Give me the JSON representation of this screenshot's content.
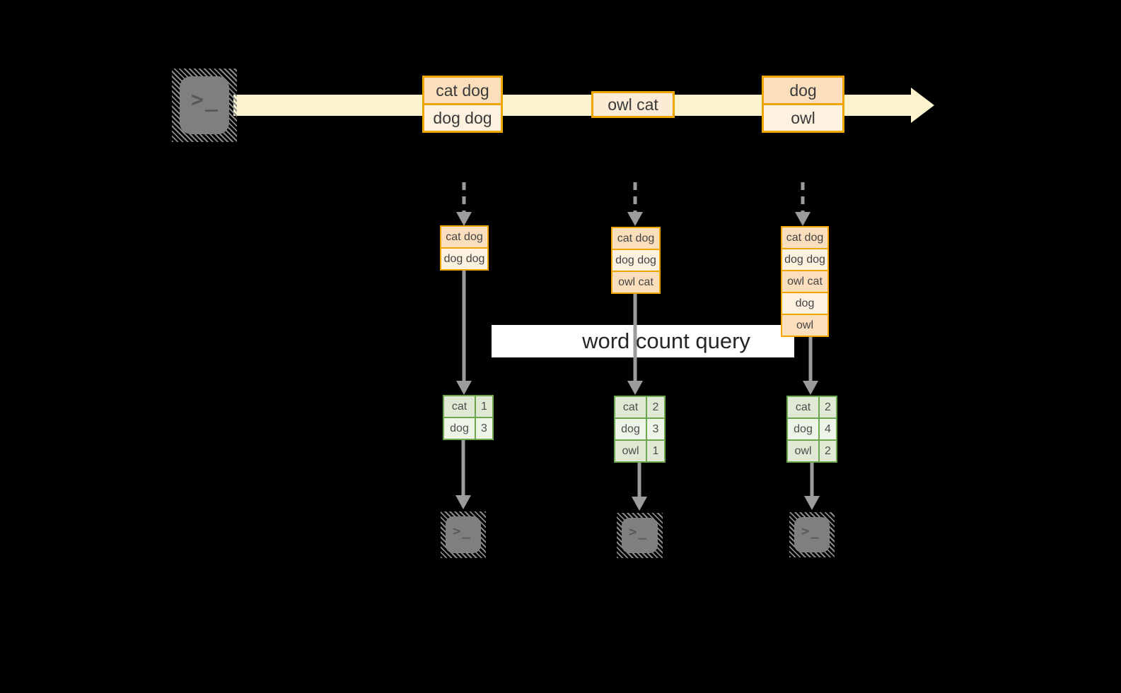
{
  "query_label": "word count query",
  "terminal_glyph": ">_",
  "colors": {
    "background": "#000000",
    "timeline_band": "#FBF2CE",
    "orange_border": "#F0A500",
    "orange_cell_dark": "#FBDFBD",
    "orange_cell_light": "#FDF1E0",
    "green_border": "#6CA74E",
    "green_cell_dark": "#DFE9D3",
    "green_cell_light": "#EFF4E9",
    "arrow_gray": "#9C9C9C",
    "terminal_gray": "#7F7F7F",
    "query_band_bg": "#FFFFFF"
  },
  "stream": {
    "events": [
      {
        "lines": [
          "cat dog",
          "dog dog"
        ]
      },
      {
        "lines": [
          "owl cat"
        ]
      },
      {
        "lines": [
          "dog",
          "owl"
        ]
      }
    ]
  },
  "columns": [
    {
      "buffer": [
        "cat dog",
        "dog dog"
      ],
      "counts": [
        {
          "word": "cat",
          "count": "1"
        },
        {
          "word": "dog",
          "count": "3"
        }
      ]
    },
    {
      "buffer": [
        "cat dog",
        "dog dog",
        "owl cat"
      ],
      "counts": [
        {
          "word": "cat",
          "count": "2"
        },
        {
          "word": "dog",
          "count": "3"
        },
        {
          "word": "owl",
          "count": "1"
        }
      ]
    },
    {
      "buffer": [
        "cat dog",
        "dog dog",
        "owl cat",
        "dog",
        "owl"
      ],
      "counts": [
        {
          "word": "cat",
          "count": "2"
        },
        {
          "word": "dog",
          "count": "4"
        },
        {
          "word": "owl",
          "count": "2"
        }
      ]
    }
  ]
}
